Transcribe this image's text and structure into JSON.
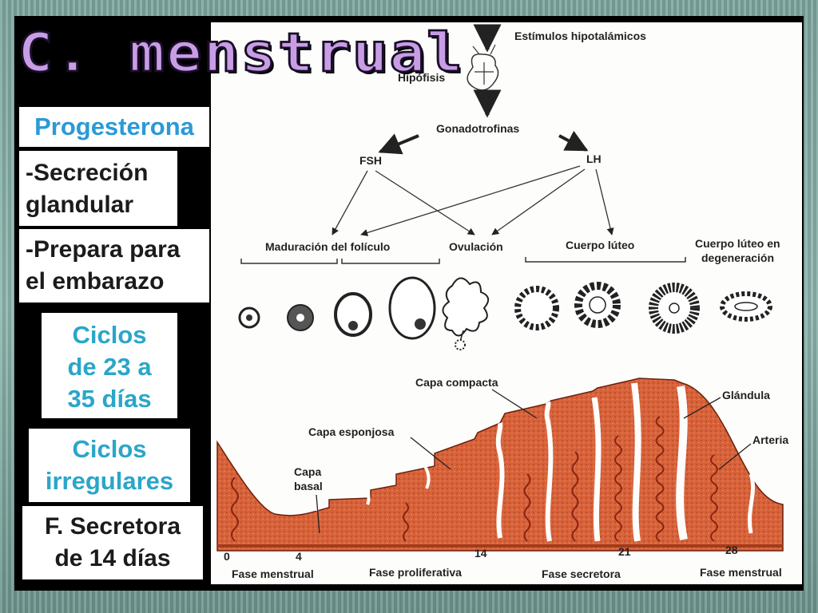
{
  "slide": {
    "title": "C. menstrual",
    "boxes": {
      "progesterona": "Progesterona",
      "secrecion_line1": "-Secreción",
      "secrecion_line2": "glandular",
      "prepara_line1": "-Prepara para",
      "prepara_line2": "el embarazo",
      "ciclos1_line1": "Ciclos",
      "ciclos1_line2": "de 23 a",
      "ciclos1_line3": "35 días",
      "ciclos2_line1": "Ciclos",
      "ciclos2_line2": "irregulares",
      "fsec_line1": "F. Secretora",
      "fsec_line2": "de 14 días"
    }
  },
  "diagram": {
    "labels": {
      "estimulos": "Estímulos hipotalámicos",
      "hipofisis": "Hipófisis",
      "gonadotrofinas": "Gonadotrofinas",
      "fsh": "FSH",
      "lh": "LH",
      "maduracion": "Maduración del folículo",
      "ovulacion": "Ovulación",
      "cuerpo_luteo": "Cuerpo lúteo",
      "cuerpo_deg_line1": "Cuerpo lúteo en",
      "cuerpo_deg_line2": "degeneración",
      "capa_compacta": "Capa compacta",
      "capa_esponjosa": "Capa esponjosa",
      "capa_basal_line1": "Capa",
      "capa_basal_line2": "basal",
      "glandula": "Glándula",
      "arteria": "Arteria"
    },
    "days": [
      "0",
      "4",
      "14",
      "21",
      "28"
    ],
    "phases": [
      "Fase menstrual",
      "Fase proliferativa",
      "Fase secretora",
      "Fase menstrual"
    ],
    "colors": {
      "endometrium": "#d8623a",
      "endometrium_dark": "#a33a1c",
      "artery": "#8a2410",
      "title": "#c99de6",
      "accent_blue": "#2a9ad6"
    }
  }
}
